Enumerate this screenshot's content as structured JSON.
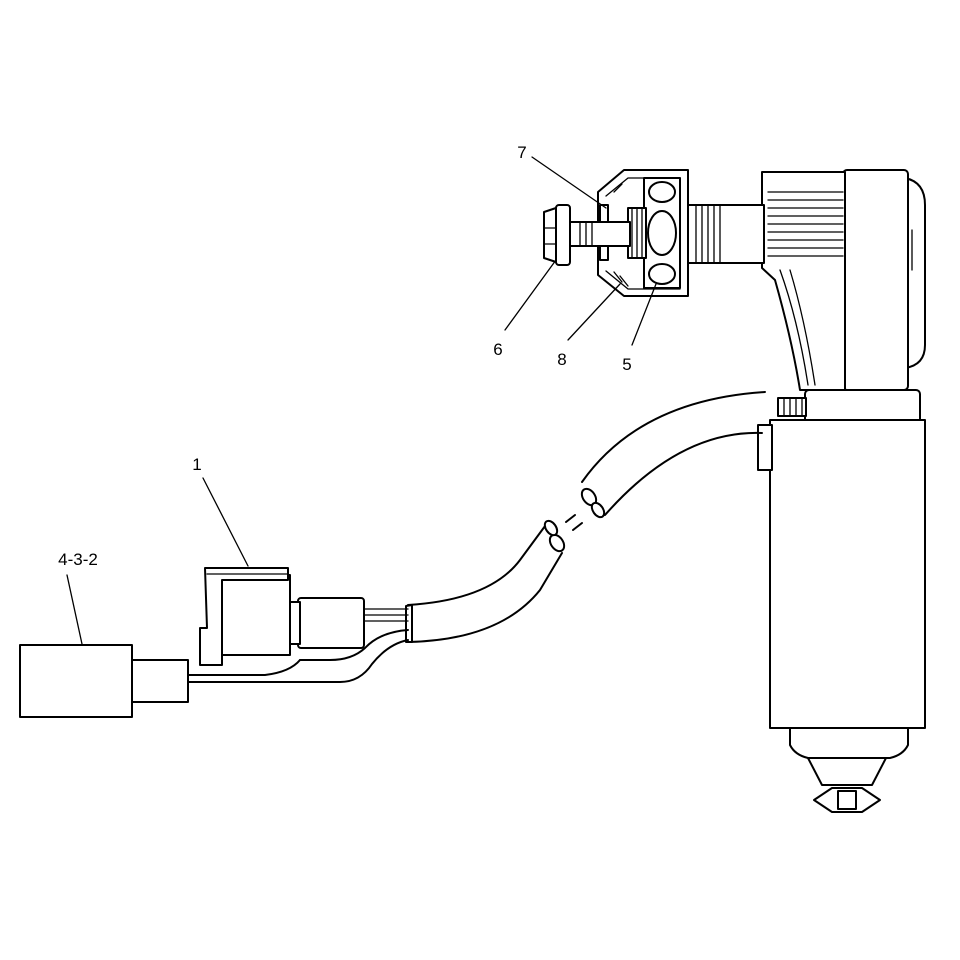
{
  "callouts": {
    "part_1": "1",
    "part_4_3_2": "4-3-2",
    "part_5": "5",
    "part_6": "6",
    "part_7": "7",
    "part_8": "8"
  },
  "colors": {
    "line": "#000000",
    "background": "#ffffff"
  }
}
